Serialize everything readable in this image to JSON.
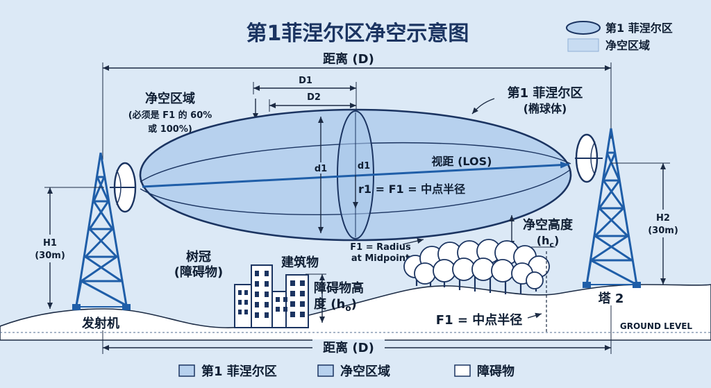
{
  "title": "第1菲涅尔区净空示意图",
  "legend_top": {
    "fresnel": "第1 菲涅尔区",
    "clearance": "净空区域"
  },
  "distance_top": "距离 (D)",
  "distance_bottom": "距离 (D)",
  "d1_top": "D1",
  "d2_top": "D2",
  "clearance_note": {
    "line1": "净空区域",
    "line2": "(必须是 F1 的 60%",
    "line3": "或 100%)"
  },
  "fresnel_note": {
    "line1": "第1 菲涅尔区",
    "line2": "(椭球体)"
  },
  "los": "视距 (LOS)",
  "d1_vertical": "d1",
  "d1_inner": "d1",
  "r1_label": "r1 = F1 = 中点半径",
  "clearance_height": {
    "line1": "净空高度",
    "line2": "(h",
    "sub": "c",
    "line2_end": ")"
  },
  "f1_radius": {
    "line1": "F1 = Radius",
    "line2": "at Midpoint"
  },
  "h1": {
    "line1": "H1",
    "line2": "(30m)"
  },
  "h2": {
    "line1": "H2",
    "line2": "(30m)"
  },
  "canopy": {
    "line1": "树冠",
    "line2": "(障碍物)"
  },
  "building": "建筑物",
  "obstacle_height": {
    "line1": "障碍物高",
    "line2": "度 (h",
    "sub": "o",
    "line2_end": ")"
  },
  "transmitter": "发射机",
  "tower2": "塔 2",
  "f1_midpoint": "F1 = 中点半径",
  "ground_level": "GROUND LEVEL",
  "legend_bottom": {
    "fresnel": "第1 菲涅尔区",
    "clearance": "净空区域",
    "obstacle": "障碍物"
  },
  "colors": {
    "background": "#dce9f6",
    "fresnel_fill": "#b7d1ee",
    "outline": "#1b3461",
    "tower": "#1f5ea8",
    "los": "#1f5ea8",
    "ground": "#ffffff"
  }
}
